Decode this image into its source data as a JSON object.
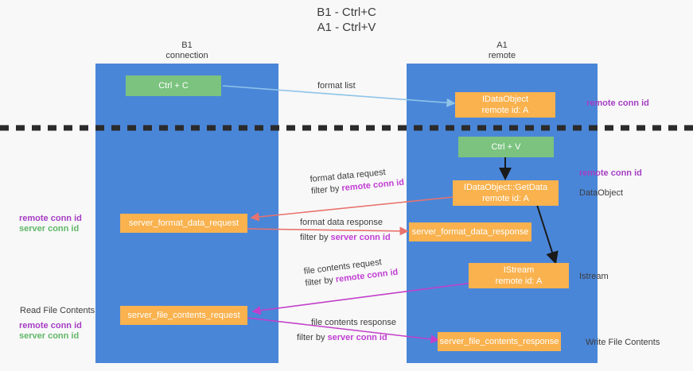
{
  "title": "B1 - Ctrl+C\nA1 - Ctrl+V",
  "lanes": [
    {
      "id": "b1",
      "header": "B1\nconnection"
    },
    {
      "id": "a1",
      "header": "A1\nremote"
    }
  ],
  "nodes": {
    "ctrl_c": "Ctrl + C",
    "data_object_remote": "IDataObject\nremote id: A",
    "ctrl_v": "Ctrl + V",
    "get_data": "IDataObject::GetData\nremote id: A",
    "server_format_data_request": "server_format_data_request",
    "server_format_data_response": "server_format_data_response",
    "istream": "IStream\nremote id: A",
    "server_file_contents_request": "server_file_contents_request",
    "server_file_contents_response": "server_file_contents_response"
  },
  "edges": {
    "format_list": {
      "line1": "format list",
      "line2": ""
    },
    "format_data_request": {
      "line1": "format data request",
      "line2_prefix": "filter by ",
      "line2_key": "remote conn id"
    },
    "format_data_response": {
      "line1": "format data response",
      "line2_prefix": "filter by ",
      "line2_key": "server conn id"
    },
    "file_contents_request": {
      "line1": "file contents request",
      "line2_prefix": "filter by ",
      "line2_key": "remote conn id"
    },
    "file_contents_response": {
      "line1": "file contents response",
      "line2_prefix": "filter by ",
      "line2_key": "server conn id"
    }
  },
  "annotations": {
    "right_top_remote_conn_id": "remote conn id",
    "right_mid_remote_conn_id": "remote conn id",
    "right_data_object": "DataObject",
    "right_istream": "Istream",
    "right_write_file_contents": "Write File Contents",
    "left_remote_conn_id": "remote conn id",
    "left_server_conn_id": "server conn id",
    "left_read_file_contents": "Read File Contents",
    "left_bottom_remote_conn_id": "remote conn id",
    "left_bottom_server_conn_id": "server conn id"
  },
  "colors": {
    "lane": "#4a86d8",
    "green_node": "#7bc37f",
    "orange_node": "#f9b24e",
    "purple_text": "#a53ec4",
    "green_text": "#60b866",
    "red_arrow": "#e8726d",
    "magenta_arrow": "#c23fc9",
    "blue_arrow": "#8ec4e8",
    "black_arrow": "#1a1a1a",
    "background": "#f8f8f8"
  }
}
